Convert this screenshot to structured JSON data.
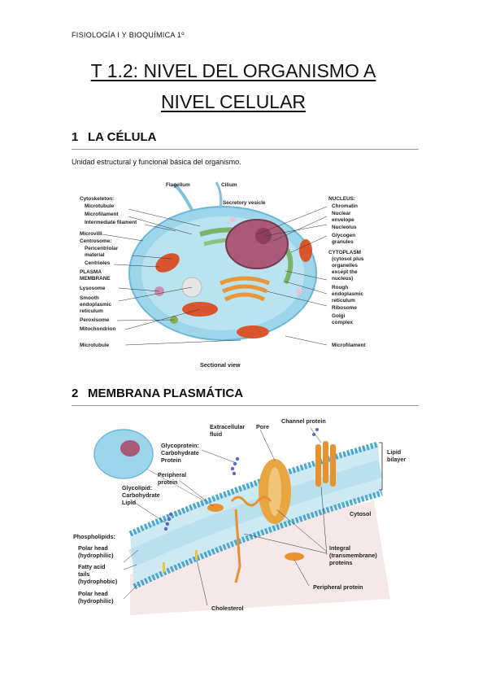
{
  "header": "FISIOLOGÍA I Y BIOQUÍMICA 1º",
  "title_line1": "T 1.2: NIVEL DEL ORGANISMO A",
  "title_line2": "NIVEL CELULAR",
  "section1": {
    "number": "1",
    "title": "LA CÉLULA",
    "description": "Unidad estructural y funcional básica del organismo.",
    "figure": {
      "caption": "Sectional view",
      "labels_left": [
        "Cytoskeleton:",
        "Microtubule",
        "Microfilament",
        "Intermediate filament",
        "Microvilli",
        "Centrosome:",
        "Pericentriolar",
        "material",
        "Centrioles",
        "PLASMA",
        "MEMBRANE",
        "Lysosome",
        "Smooth",
        "endoplasmic",
        "reticulum",
        "Peroxisome",
        "Mitochondrion",
        "Microtubule"
      ],
      "labels_top": [
        "Flagellum",
        "Cilium",
        "Secretory vesicle"
      ],
      "labels_right": [
        "NUCLEUS:",
        "Chromatin",
        "Nuclear",
        "envelope",
        "Nucleolus",
        "Glycogen",
        "granules",
        "CYTOPLASM",
        "(cytosol plus",
        "organelles",
        "except the",
        "nucleus)",
        "Rough",
        "endoplasmic",
        "reticulum",
        "Ribosome",
        "Golgi",
        "complex",
        "Microfilament"
      ]
    }
  },
  "section2": {
    "number": "2",
    "title": "MEMBRANA PLASMÁTICA",
    "figure": {
      "labels": [
        "Extracellular",
        "fluid",
        "Pore",
        "Channel protein",
        "Lipid",
        "bilayer",
        "Glycoprotein:",
        "Carbohydrate",
        "Protein",
        "Peripheral",
        "protein",
        "Glycolipid:",
        "Carbohydrate",
        "Lipid",
        "Cytosol",
        "Phospholipids:",
        "Polar head",
        "(hydrophilic)",
        "Fatty acid",
        "tails",
        "(hydrophobic)",
        "Polar head",
        "(hydrophilic)",
        "Integral",
        "(transmembrane)",
        "proteins",
        "Peripheral protein",
        "Cholesterol"
      ]
    }
  },
  "colors": {
    "cell_blue": "#8fd0e8",
    "membrane_blue": "#7ec8e6",
    "nucleus": "#b0607a",
    "mitochondria": "#d9552e",
    "golgi": "#e8963a",
    "protein_orange": "#e8922f"
  }
}
